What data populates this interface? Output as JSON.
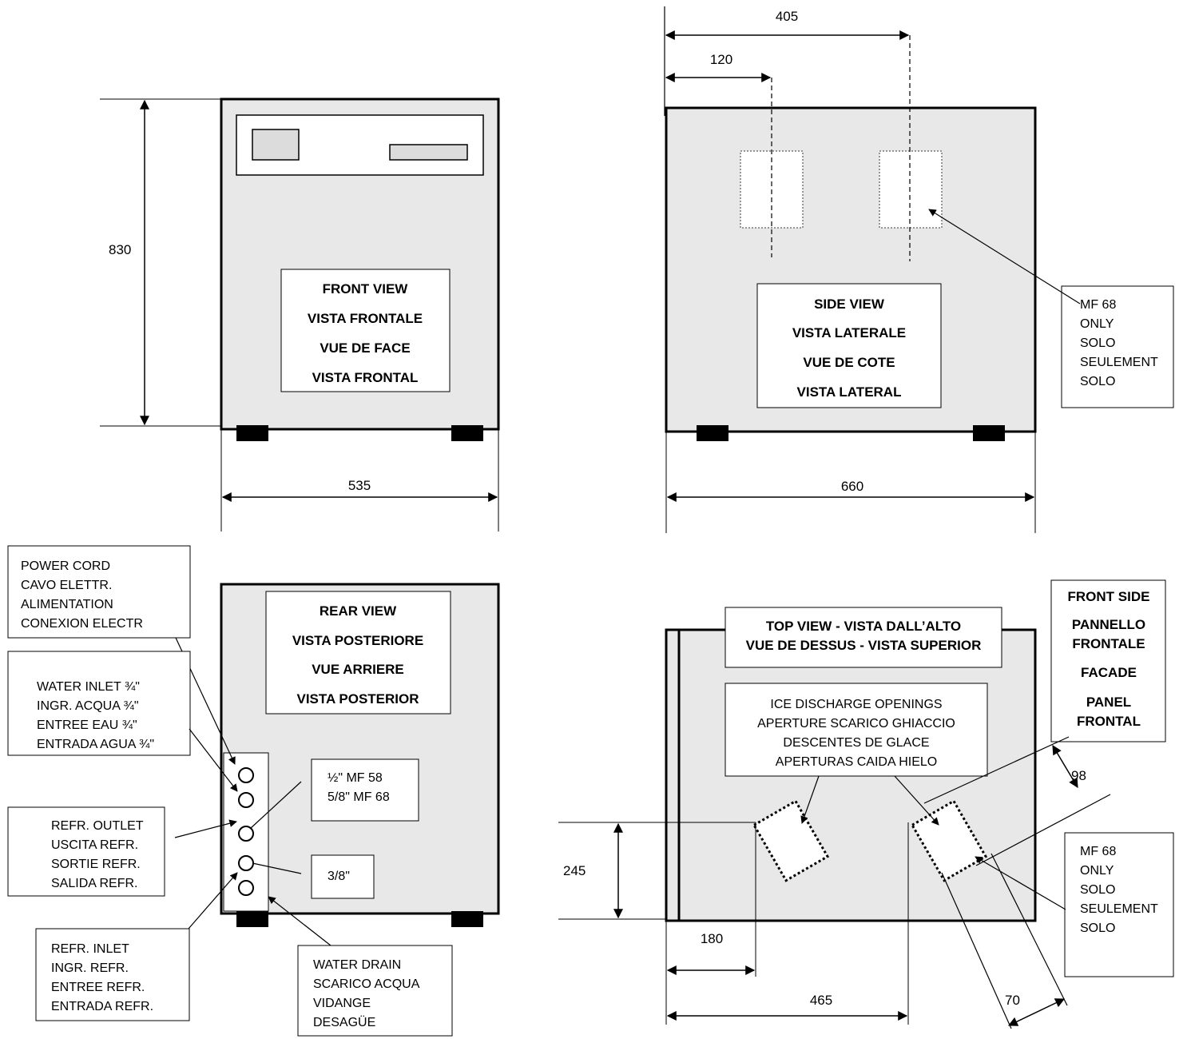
{
  "front_view": {
    "title_lines": [
      "FRONT VIEW",
      "VISTA FRONTALE",
      "VUE DE FACE",
      "VISTA FRONTAL"
    ],
    "dim_height": "830",
    "dim_width": "535"
  },
  "side_view": {
    "title_lines": [
      "SIDE VIEW",
      "VISTA LATERALE",
      "VUE DE COTE",
      "VISTA LATERAL"
    ],
    "dim_top_long": "405",
    "dim_top_short": "120",
    "dim_width": "660",
    "note_lines": [
      "MF 68",
      "ONLY",
      "SOLO",
      "SEULEMENT",
      "SOLO"
    ]
  },
  "rear_view": {
    "title_lines": [
      "REAR VIEW",
      "VISTA POSTERIORE",
      "VUE ARRIERE",
      "VISTA POSTERIOR"
    ],
    "power_cord_lines": [
      "POWER CORD",
      "CAVO ELETTR.",
      "ALIMENTATION",
      "CONEXION ELECTR"
    ],
    "water_inlet_lines": [
      "WATER INLET ¾\"",
      "INGR. ACQUA ¾\"",
      "ENTREE EAU ¾\"",
      "ENTRADA AGUA ¾\""
    ],
    "refr_outlet_lines": [
      "REFR. OUTLET",
      "USCITA REFR.",
      "SORTIE REFR.",
      "SALIDA REFR."
    ],
    "refr_inlet_lines": [
      "REFR. INLET",
      "INGR. REFR.",
      "ENTREE REFR.",
      "ENTRADA REFR."
    ],
    "water_drain_lines": [
      "WATER DRAIN",
      "SCARICO ACQUA",
      "VIDANGE",
      "DESAGÜE"
    ],
    "pipe_size_lines": [
      "½\" MF 58",
      "5/8\" MF 68"
    ],
    "inlet_size": "3/8\""
  },
  "top_view": {
    "title_lines": [
      "TOP VIEW - VISTA DALL’ALTO",
      "VUE DE DESSUS - VISTA SUPERIOR"
    ],
    "ice_lines": [
      "ICE DISCHARGE OPENINGS",
      "APERTURE SCARICO GHIACCIO",
      "DESCENTES DE GLACE",
      "APERTURAS CAIDA HIELO"
    ],
    "front_side_lines": [
      "FRONT SIDE",
      "PANNELLO",
      "FRONTALE",
      "FACADE",
      "PANEL",
      "FRONTAL"
    ],
    "note_lines": [
      "MF 68",
      "ONLY",
      "SOLO",
      "SEULEMENT",
      "SOLO"
    ],
    "dim_245": "245",
    "dim_180": "180",
    "dim_465": "465",
    "dim_98": "98",
    "dim_70": "70"
  },
  "colors": {
    "body_fill": "#e8e8e8",
    "line": "#000000",
    "foot": "#000000",
    "panel_inset": "#dcdcdc"
  }
}
